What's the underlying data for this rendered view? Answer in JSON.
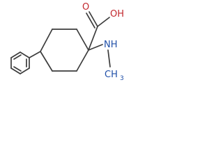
{
  "labels": {
    "carbonyl_o": "O",
    "hydroxyl": "OH",
    "amine": "NH",
    "methyl": "CH"
  },
  "colors": {
    "bond": "#3c3c3c",
    "oxygen": "#c2272d",
    "nitrogen": "#1f4fa8",
    "background": "#ffffff"
  }
}
